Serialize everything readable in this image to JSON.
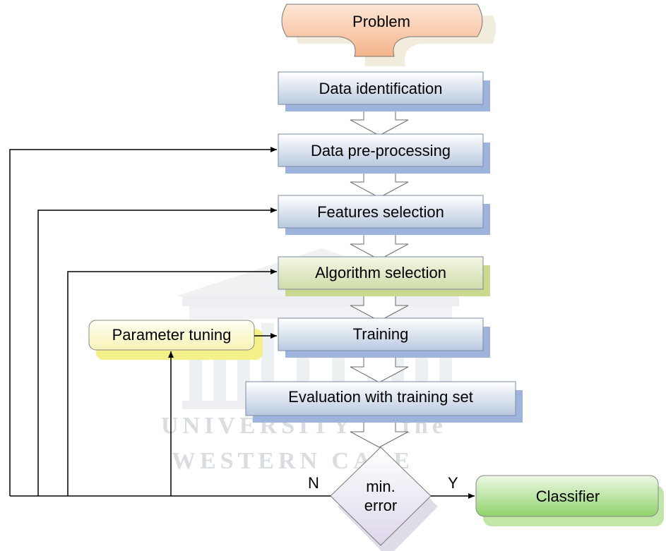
{
  "watermark": {
    "line1": "UNIVERSITY of the",
    "line2": "WESTERN CAPE"
  },
  "nodes": {
    "problem": "Problem",
    "data_identification": "Data identification",
    "data_preprocessing": "Data pre-processing",
    "features_selection": "Features selection",
    "algorithm_selection": "Algorithm selection",
    "training": "Training",
    "evaluation": "Evaluation with training set",
    "decision_line1": "min.",
    "decision_line2": "error",
    "parameter_tuning": "Parameter tuning",
    "classifier": "Classifier"
  },
  "edge_labels": {
    "no": "N",
    "yes": "Y"
  },
  "colors": {
    "process_box_top": "#ffffff",
    "process_box_bottom": "#b9c9e0",
    "process_shadow": "#9eb4dd",
    "problem_fill": "#f8c8a8",
    "algorithm_fill": "#dfe8bf",
    "algorithm_shadow": "#c9d98f",
    "parameter_fill": "#fdfbd2",
    "parameter_shadow": "#f4f08a",
    "classifier_fill": "#7fcf5a",
    "classifier_shadow": "#c2e6a8",
    "decision_fill": "#ebe6f2",
    "line": "#000000"
  }
}
